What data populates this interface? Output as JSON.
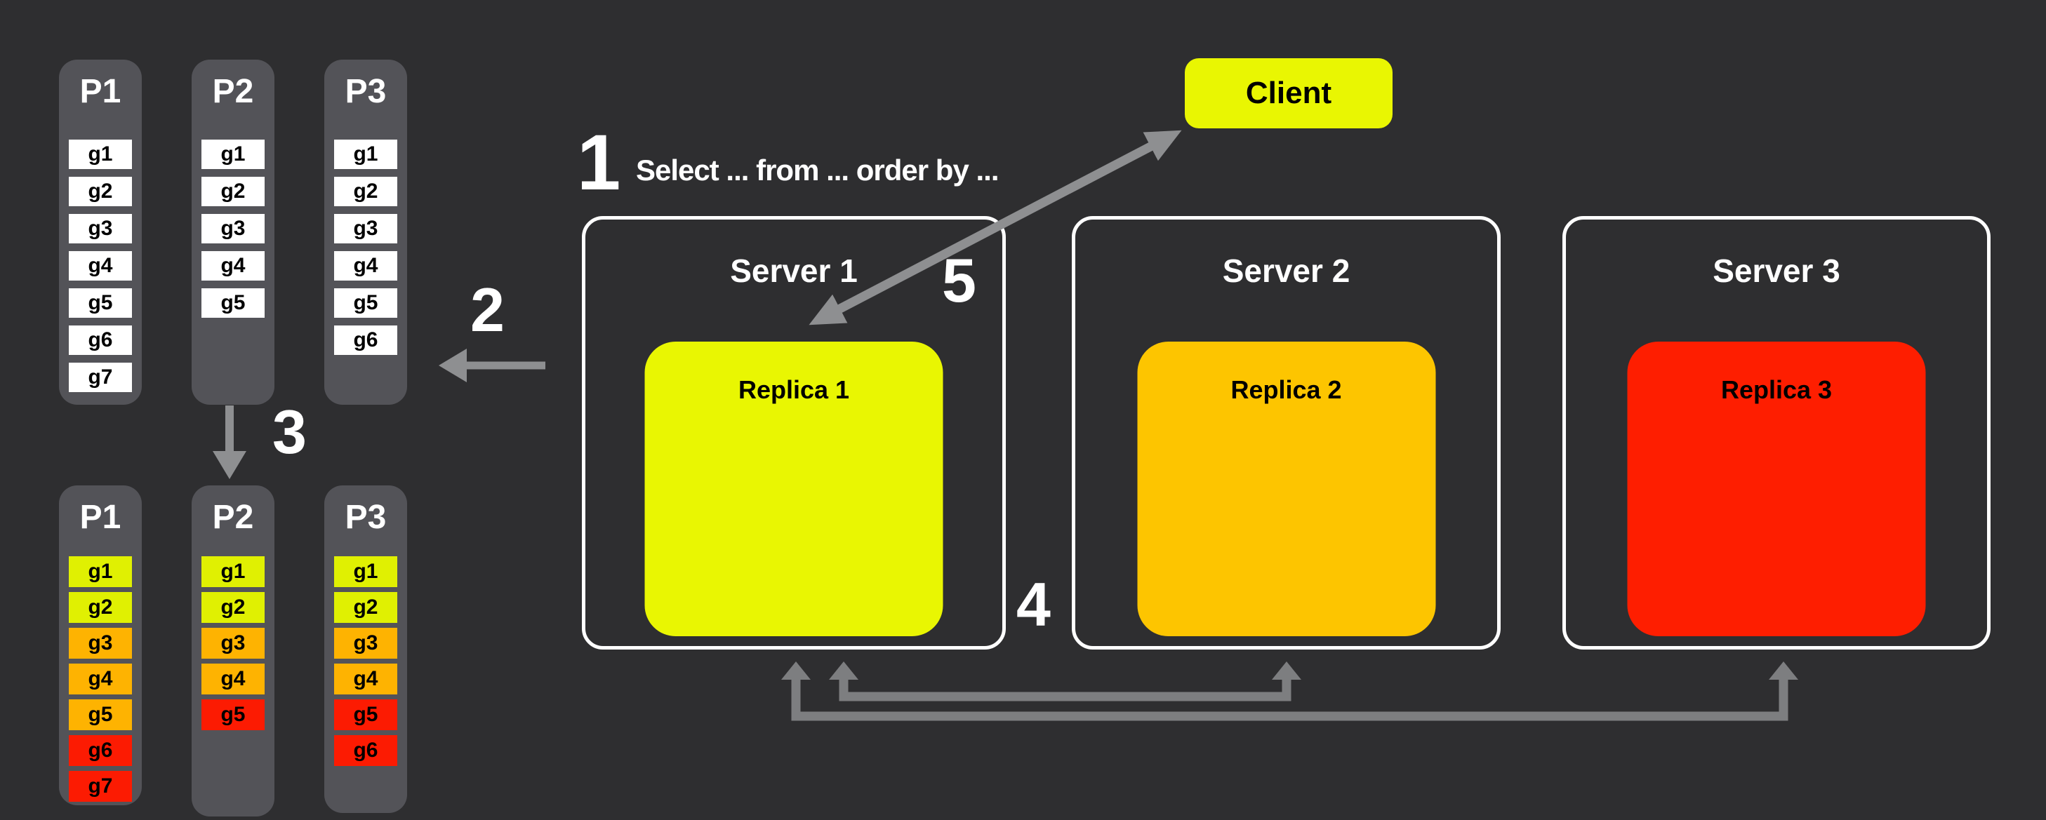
{
  "palette": {
    "background": "#2e2e30",
    "column_gray": "#535358",
    "white": "#ffffff",
    "yellow": "#e0f002",
    "orange": "#feb301",
    "red": "#fc1b02",
    "arrow_light": "#8e8f91",
    "arrow_dim": "#7d7e80"
  },
  "partition_groups": [
    {
      "name": "partitions-unsorted",
      "columns": [
        {
          "label": "P1",
          "cells": [
            "g1",
            "g2",
            "g3",
            "g4",
            "g5",
            "g6",
            "g7"
          ],
          "cell_colors": [
            "white",
            "white",
            "white",
            "white",
            "white",
            "white",
            "white"
          ]
        },
        {
          "label": "P2",
          "cells": [
            "g1",
            "g2",
            "g3",
            "g4",
            "g5"
          ],
          "cell_colors": [
            "white",
            "white",
            "white",
            "white",
            "white"
          ]
        },
        {
          "label": "P3",
          "cells": [
            "g1",
            "g2",
            "g3",
            "g4",
            "g5",
            "g6"
          ],
          "cell_colors": [
            "white",
            "white",
            "white",
            "white",
            "white",
            "white"
          ]
        }
      ]
    },
    {
      "name": "partitions-sorted",
      "columns": [
        {
          "label": "P1",
          "cells": [
            "g1",
            "g2",
            "g3",
            "g4",
            "g5",
            "g6",
            "g7"
          ],
          "cell_colors": [
            "yellow",
            "yellow",
            "orange",
            "orange",
            "orange",
            "red",
            "red"
          ]
        },
        {
          "label": "P2",
          "cells": [
            "g1",
            "g2",
            "g3",
            "g4",
            "g5"
          ],
          "cell_colors": [
            "yellow",
            "yellow",
            "orange",
            "orange",
            "red"
          ]
        },
        {
          "label": "P3",
          "cells": [
            "g1",
            "g2",
            "g3",
            "g4",
            "g5",
            "g6"
          ],
          "cell_colors": [
            "yellow",
            "yellow",
            "orange",
            "orange",
            "red",
            "red"
          ]
        }
      ]
    }
  ],
  "client": {
    "label": "Client",
    "color": "#e9f602"
  },
  "servers": [
    {
      "label": "Server 1",
      "replica_label": "Replica 1",
      "replica_color": "#e9f602"
    },
    {
      "label": "Server 2",
      "replica_label": "Replica 2",
      "replica_color": "#fdc500"
    },
    {
      "label": "Server 3",
      "replica_label": "Replica 3",
      "replica_color": "#fe1e00"
    }
  ],
  "steps": [
    {
      "num": "1",
      "text": "Select ... from ... order by ..."
    },
    {
      "num": "2"
    },
    {
      "num": "3"
    },
    {
      "num": "4"
    },
    {
      "num": "5"
    }
  ],
  "arrows": [
    {
      "between": [
        "Replica 1",
        "Client"
      ],
      "bidirectional": true
    },
    {
      "between": [
        "Server 1",
        "Server 2"
      ],
      "bidirectional": true
    },
    {
      "between": [
        "Server 1",
        "Server 3"
      ],
      "bidirectional": true
    },
    {
      "from": "Server 1",
      "to": "partitions",
      "step": "2"
    },
    {
      "from": "partitions-unsorted",
      "to": "partitions-sorted",
      "step": "3"
    }
  ]
}
